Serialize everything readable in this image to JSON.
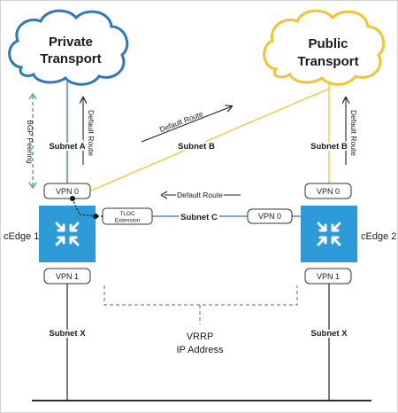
{
  "clouds": {
    "private": {
      "line1": "Private",
      "line2": "Transport",
      "color": "#2e78c2"
    },
    "public": {
      "line1": "Public",
      "line2": "Transport",
      "color": "#f2c431"
    }
  },
  "labels": {
    "bgp_peering": "BGP Peering",
    "default_route_left": "Default Route",
    "default_route_right": "Default Route",
    "default_route_diag": "Default Route",
    "default_route_mid": "Default Route",
    "subnet_a": "Subnet A",
    "subnet_b_left": "Subnet B",
    "subnet_b_right": "Subnet B",
    "subnet_c": "Subnet C",
    "subnet_x_left": "Subnet X",
    "subnet_x_right": "Subnet X",
    "tloc_line1": "TLOC",
    "tloc_line2": "Extension",
    "vrrp_line1": "VRRP",
    "vrrp_line2": "IP Address"
  },
  "nodes": {
    "cedge1": {
      "name": "cEdge 1",
      "vpn_top": "VPN 0",
      "vpn_bottom": "VPN 1"
    },
    "cedge2": {
      "name": "cEdge 2",
      "vpn_top": "VPN 0",
      "vpn_bottom": "VPN 1",
      "vpn_side": "VPN 0"
    }
  },
  "colors": {
    "router": "#2d9bd8",
    "private_link": "#2e78c2",
    "public_link": "#f2c431",
    "bgp": "#3aaa5a"
  }
}
